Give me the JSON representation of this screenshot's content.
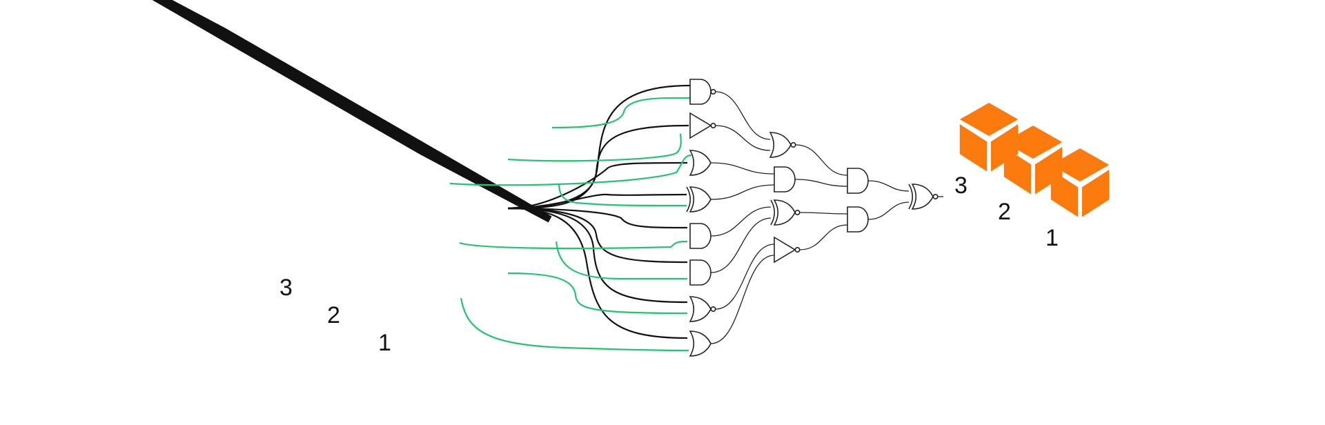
{
  "cube": {
    "layer_labels": [
      "3",
      "2",
      "1"
    ],
    "sticker_color": "#d9d9d9",
    "edge_color": "#111111"
  },
  "boxes": {
    "layer_labels": [
      "3",
      "2",
      "1"
    ],
    "color": "#fa7a0d"
  },
  "circuit": {
    "wire_black": "#111111",
    "wire_green": "#22c46f",
    "gate_types": [
      "nand",
      "not",
      "or",
      "xor",
      "and",
      "and",
      "nor",
      "or",
      "nor",
      "and",
      "xnor",
      "not",
      "and",
      "and",
      "xnor"
    ]
  }
}
